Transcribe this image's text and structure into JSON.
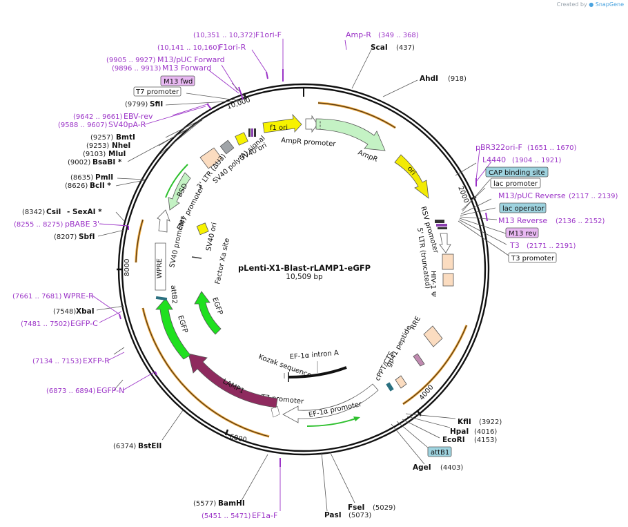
{
  "credit": {
    "created_by": "Created by",
    "brand": "SnapGene"
  },
  "plasmid": {
    "name": "pLenti-X1-Blast-rLAMP1-eGFP",
    "length": "10,509 bp"
  },
  "ticks": [
    "10,000",
    "2000",
    "4000",
    "6000",
    "8000"
  ],
  "enzymes": [
    {
      "name": "ScaI",
      "pos": "(437)"
    },
    {
      "name": "AhdI",
      "pos": "(918)"
    },
    {
      "name": "KflI",
      "pos": "(3922)"
    },
    {
      "name": "HpaI",
      "pos": "(4016)"
    },
    {
      "name": "EcoRI",
      "pos": "(4153)"
    },
    {
      "name": "AgeI",
      "pos": "(4403)"
    },
    {
      "name": "FseI",
      "pos": "(5029)"
    },
    {
      "name": "PasI",
      "pos": "(5073)"
    },
    {
      "name": "BamHI",
      "pos": "(5577)"
    },
    {
      "name": "BstEII",
      "pos": "(6374)"
    },
    {
      "name": "XbaI",
      "pos": "(7548)"
    },
    {
      "name": "SbfI",
      "pos": "(8207)"
    },
    {
      "name": "CsiI",
      "pos": "(8342)",
      "suffix": "- SexAI *"
    },
    {
      "name": "BclI *",
      "pos": "(8626)"
    },
    {
      "name": "PmlI",
      "pos": "(8635)"
    },
    {
      "name": "BsaBI *",
      "pos": "(9002)"
    },
    {
      "name": "MluI",
      "pos": "(9103)"
    },
    {
      "name": "NheI",
      "pos": "(9253)"
    },
    {
      "name": "BmtI",
      "pos": "(9257)"
    },
    {
      "name": "SfiI",
      "pos": "(9799)"
    }
  ],
  "primers": [
    {
      "name": "F1ori-F",
      "pos": "(10,351 .. 10,372)"
    },
    {
      "name": "F1ori-R",
      "pos": "(10,141 .. 10,160)"
    },
    {
      "name": "M13/pUC Forward",
      "pos": "(9905 .. 9927)"
    },
    {
      "name": "M13 Forward",
      "pos": "(9896 .. 9913)"
    },
    {
      "name": "EBV-rev",
      "pos": "(9642 .. 9661)"
    },
    {
      "name": "SV40pA-R",
      "pos": "(9588 .. 9607)"
    },
    {
      "name": "pBABE 3'",
      "pos": "(8255 .. 8275)"
    },
    {
      "name": "WPRE-R",
      "pos": "(7661 .. 7681)"
    },
    {
      "name": "EGFP-C",
      "pos": "(7481 .. 7502)"
    },
    {
      "name": "EXFP-R",
      "pos": "(7134 .. 7153)"
    },
    {
      "name": "EGFP-N",
      "pos": "(6873 .. 6894)"
    },
    {
      "name": "EF1a-F",
      "pos": "(5451 .. 5471)"
    },
    {
      "name": "Amp-R",
      "pos": "(349 .. 368)"
    },
    {
      "name": "pBR322ori-F",
      "pos": "(1651 .. 1670)"
    },
    {
      "name": "L4440",
      "pos": "(1904 .. 1921)"
    },
    {
      "name": "M13/pUC Reverse",
      "pos": "(2117 .. 2139)"
    },
    {
      "name": "M13 Reverse",
      "pos": "(2136 .. 2152)"
    },
    {
      "name": "T3",
      "pos": "(2171 .. 2191)"
    }
  ],
  "boxed_labels": {
    "m13_fwd": "M13 fwd",
    "t7_promoter_top": "T7 promoter",
    "cap_site": "CAP binding site",
    "lac_promoter": "lac promoter",
    "lac_operator": "lac operator",
    "m13_rev": "M13 rev",
    "t3_promoter": "T3 promoter",
    "attb1": "attB1"
  },
  "features": {
    "f1_ori": "f1 ori",
    "ampr_promoter": "AmpR promoter",
    "ampr": "AmpR",
    "ori": "ori",
    "rsv_promoter": "RSV promoter",
    "ltr5": "5' LTR (truncated)",
    "hiv_psi": "HIV-1 Ψ",
    "rre": "RRE",
    "gp41": "gp41 peptide",
    "cppt": "cPPT/CTS",
    "ef1a_promoter": "EF-1α promoter",
    "ef1a_intron": "EF-1α intron A",
    "kozak": "Kozak sequence",
    "t7_promoter": "T7 promoter",
    "lamp1": "LAMP1",
    "egfp_outer": "EGFP",
    "egfp_inner": "EGFP",
    "attb2": "attB2",
    "wpre": "WPRE",
    "sv40_promoter": "SV40 promoter",
    "em7_promoter": "EM7 promoter",
    "bsd": "BSD",
    "ltr3": "3' LTR (ΔU3)",
    "sv40_polya": "SV40 poly(A) signal",
    "sv40_ori_outer": "SV40 ori",
    "sv40_ori_inner": "SV40 ori",
    "factor_xa": "Factor Xa site"
  },
  "colors": {
    "backbone": "#111111",
    "primer": "#9b33c7",
    "f1ori": "#f7f200",
    "ori": "#f2ea05",
    "ampr": "#c4f2c4",
    "lamp1": "#8e2a5e",
    "egfp": "#1fe01f",
    "ltr": "#fbdcc0",
    "orange_band": "#f0a020",
    "box_blue": "#9ed3df",
    "box_purple": "#e8b8f2"
  }
}
